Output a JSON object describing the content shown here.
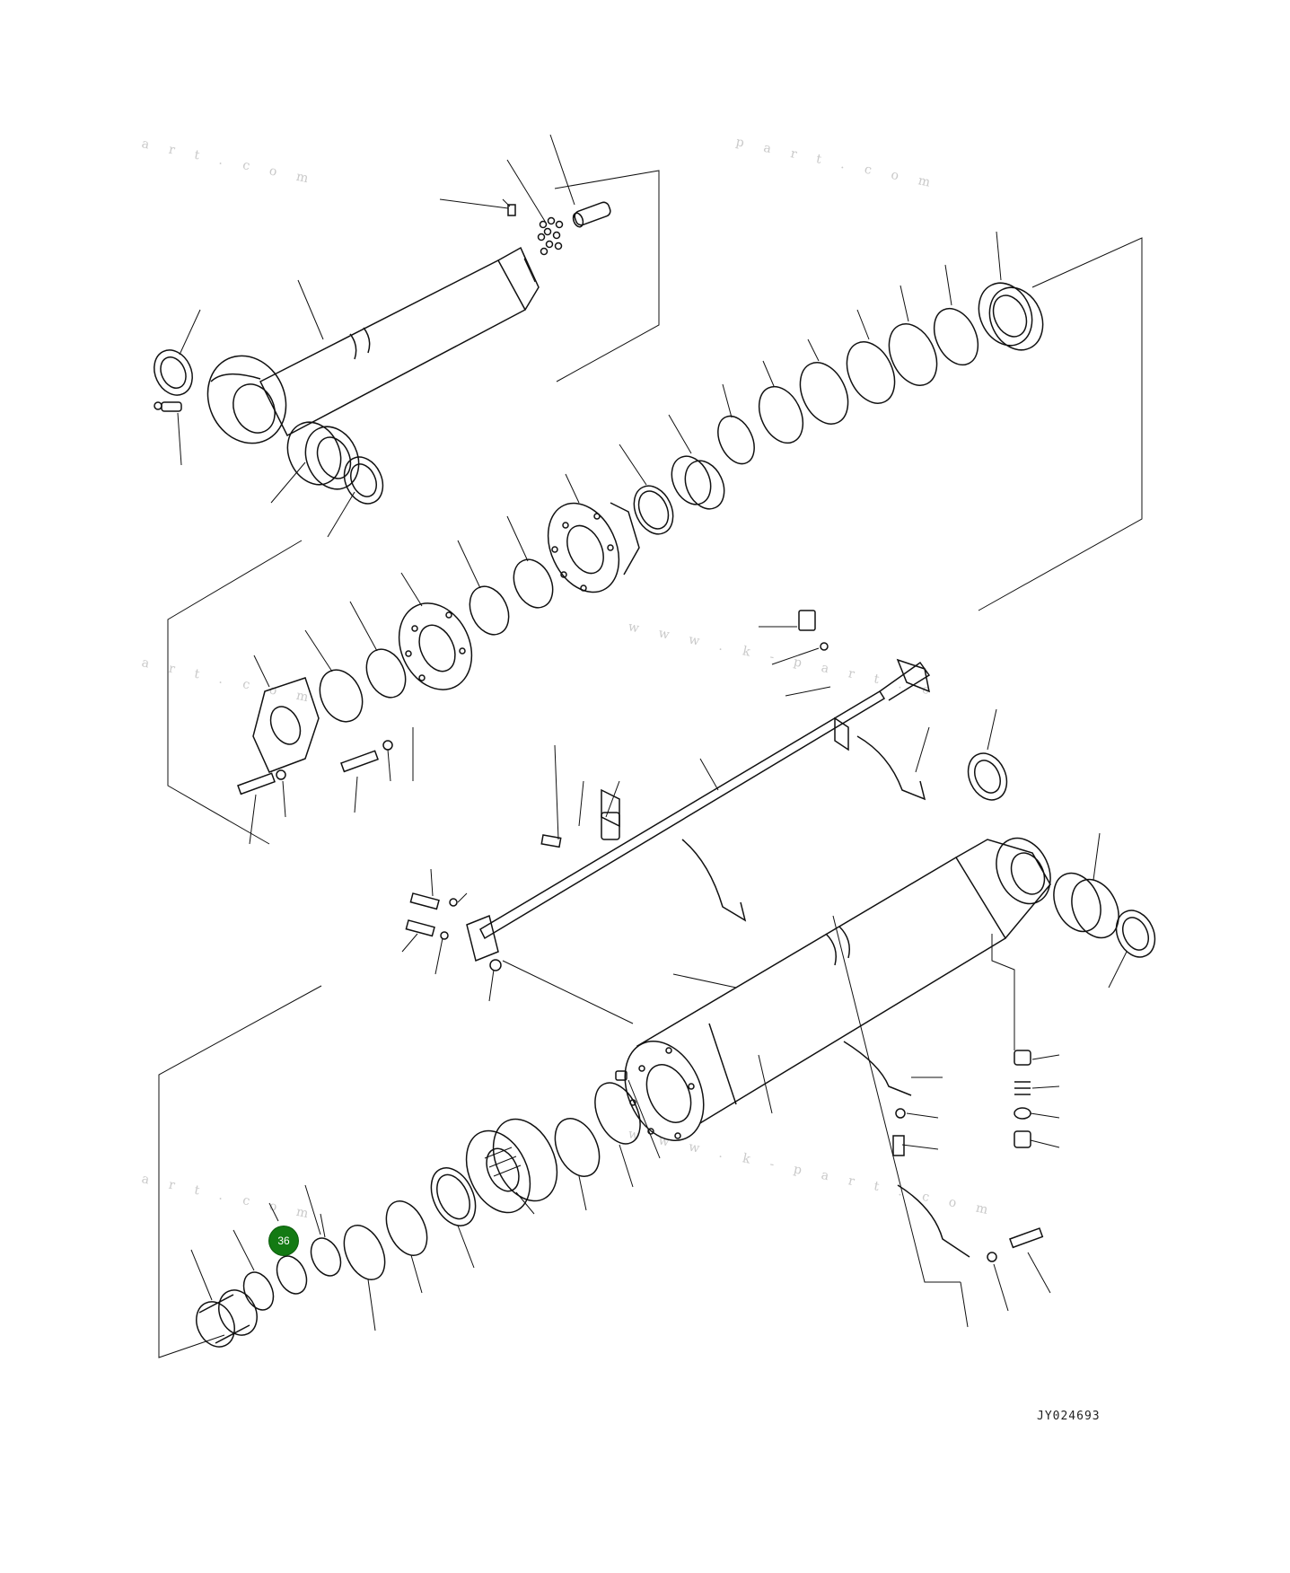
{
  "diagram": {
    "drawing_code": "JY024693",
    "highlighted_callout": {
      "label": "36",
      "color": "#137a13"
    },
    "watermarks": [
      "a r t . c o m",
      "p a r t . c o m",
      "w w w . k - p a r t . c",
      "a r t . c o m",
      "w w w . k - p a r t . c o m",
      "a r t . c o m"
    ]
  }
}
